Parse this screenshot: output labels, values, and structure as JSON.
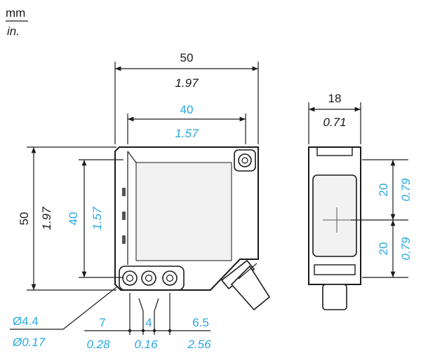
{
  "units": {
    "metric": "mm",
    "imperial": "in."
  },
  "front_view": {
    "overall_width": {
      "mm": "50",
      "in": "1.97"
    },
    "inner_width": {
      "mm": "40",
      "in": "1.57"
    },
    "overall_height": {
      "mm": "50",
      "in": "1.97"
    },
    "inner_height": {
      "mm": "40",
      "in": "1.57"
    },
    "hole_diameter": {
      "mm": "Ø4.4",
      "in": "Ø0.17"
    },
    "hole_offset_a": {
      "mm": "7",
      "in": "0.28"
    },
    "hole_offset_b": {
      "mm": "4",
      "in": "0.16"
    },
    "hole_offset_c": {
      "mm": "6.5",
      "in": "2.56"
    }
  },
  "side_view": {
    "width": {
      "mm": "18",
      "in": "0.71"
    },
    "upper_height": {
      "mm": "20",
      "in": "0.79"
    },
    "lower_height": {
      "mm": "20",
      "in": "0.79"
    }
  }
}
